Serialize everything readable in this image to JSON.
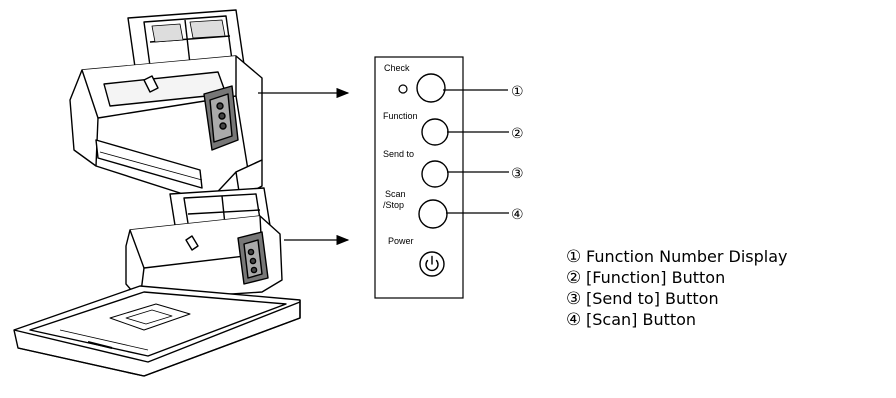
{
  "control_panel": {
    "check_label": "Check",
    "function_label": "Function",
    "send_to_label": "Send to",
    "scan_label_line1": "Scan",
    "scan_label_line2": "/Stop",
    "power_label": "Power"
  },
  "callouts": [
    "①",
    "②",
    "③",
    "④"
  ],
  "legend": [
    {
      "marker": "①",
      "text": "Function Number Display"
    },
    {
      "marker": "②",
      "text": "[Function] Button"
    },
    {
      "marker": "③",
      "text": "[Send to] Button"
    },
    {
      "marker": "④",
      "text": "[Scan] Button"
    }
  ],
  "icons": [
    "power-icon"
  ]
}
